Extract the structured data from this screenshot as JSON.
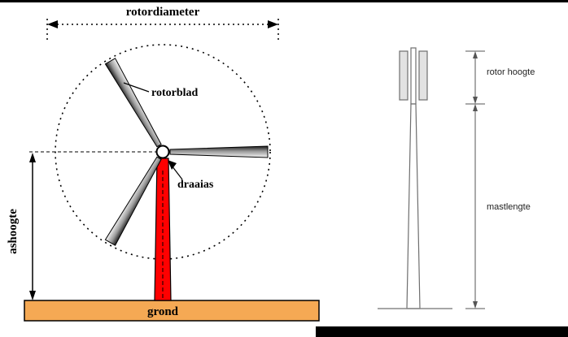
{
  "figure": {
    "description_labels_language": "Dutch"
  },
  "left_diagram": {
    "labels": {
      "rotordiameter": "rotordiameter",
      "rotorblad": "rotorblad",
      "draaias": "draaias",
      "ashoogte": "ashoogte",
      "grond": "grond"
    }
  },
  "right_diagram": {
    "labels": {
      "rotor_hoogte": "rotor hoogte",
      "mastlengte": "mastlengte"
    }
  },
  "colors": {
    "tower": "#ff0000",
    "ground": "#f5a954",
    "outline": "#000000",
    "mast_stroke": "#6e6e6e",
    "slat_fill": "#e2e2e2",
    "dim_stroke": "#555555",
    "bottom_bar": "#000000"
  }
}
